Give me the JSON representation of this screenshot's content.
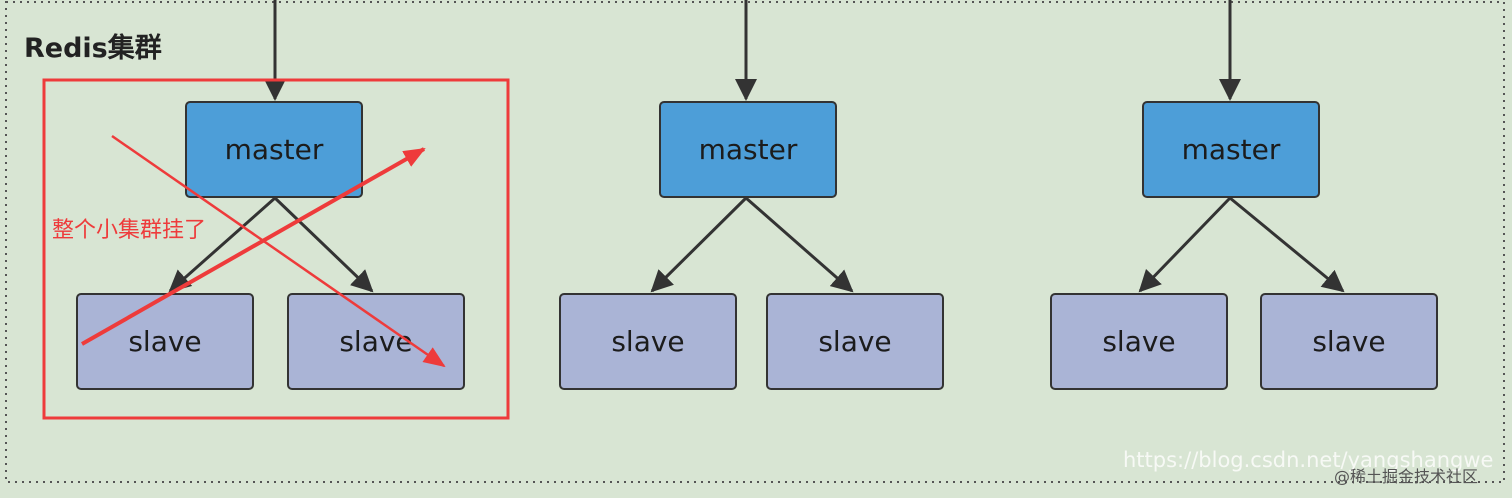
{
  "cluster": {
    "title": "Redis集群",
    "background_color": "#d8e5d3",
    "border_style": "dotted"
  },
  "groups": [
    {
      "master": "master",
      "slaves": [
        "slave",
        "slave"
      ],
      "failed": true
    },
    {
      "master": "master",
      "slaves": [
        "slave",
        "slave"
      ],
      "failed": false
    },
    {
      "master": "master",
      "slaves": [
        "slave",
        "slave"
      ],
      "failed": false
    }
  ],
  "annotation": {
    "text": "整个小集群挂了",
    "color": "#ee3b3b"
  },
  "colors": {
    "master_fill": "#4d9ed8",
    "slave_fill": "#aab4d6",
    "node_border": "#333333",
    "arrow": "#333333"
  },
  "watermark": {
    "url": "https://blog.csdn.net/yangshangwe",
    "site": "@稀土掘金技术社区"
  }
}
